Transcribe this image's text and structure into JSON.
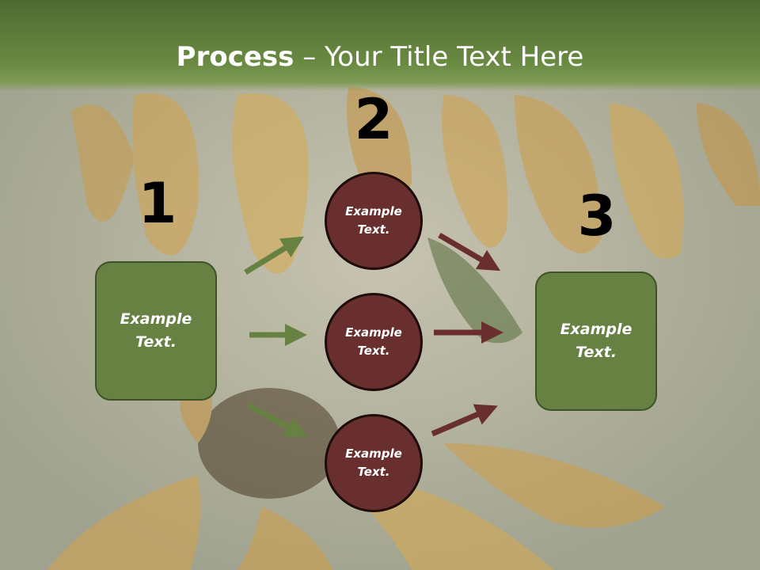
{
  "title": {
    "bold": "Process",
    "separator": "–",
    "rest": "Your Title Text Here"
  },
  "steps": [
    {
      "number": "1",
      "items": [
        "Example Text."
      ]
    },
    {
      "number": "2",
      "items": [
        "Example Text.",
        "Example Text.",
        "Example Text."
      ]
    },
    {
      "number": "3",
      "items": [
        "Example Text."
      ]
    }
  ],
  "colors": {
    "title_bar": "#678143",
    "box_fill": "#678143",
    "circle_fill": "#682f2e",
    "green_arrow": "#678143",
    "red_arrow": "#682f2e"
  }
}
